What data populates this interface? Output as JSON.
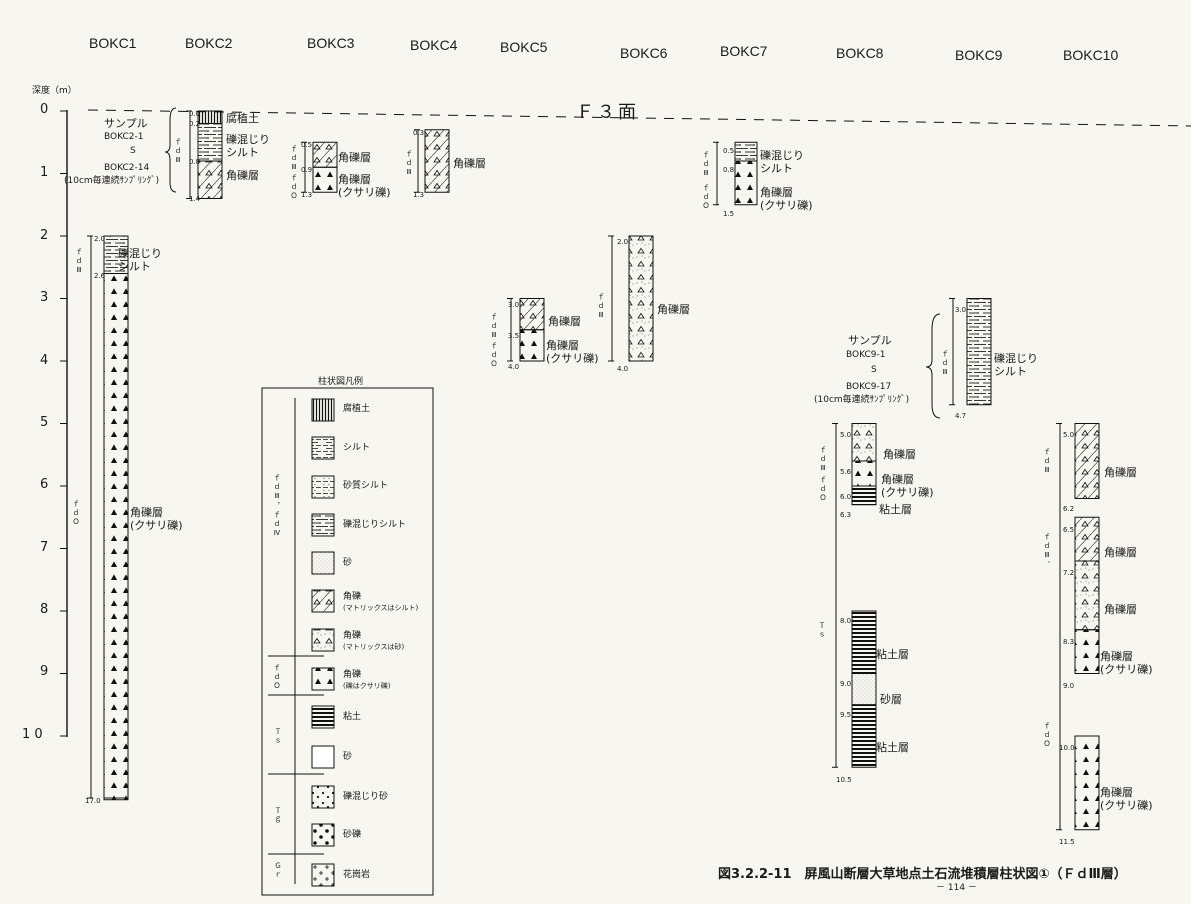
{
  "boreholes": [
    {
      "name": "BOKC1"
    },
    {
      "name": "BOKC2"
    },
    {
      "name": "BOKC3"
    },
    {
      "name": "BOKC4"
    },
    {
      "name": "BOKC5"
    },
    {
      "name": "BOKC6"
    },
    {
      "name": "BOKC7"
    },
    {
      "name": "BOKC8"
    },
    {
      "name": "BOKC9"
    },
    {
      "name": "BOKC10"
    }
  ],
  "axis": {
    "title": "深度（m）",
    "ticks": [
      "0",
      "1",
      "2",
      "3",
      "4",
      "5",
      "6",
      "7",
      "8",
      "9",
      "1 0"
    ]
  },
  "surface_label": "Ｆ３面",
  "samples": {
    "bokc2": {
      "title": "サンプル",
      "from": "BOKC2-1",
      "tilde": "S",
      "to": "BOKC2-14",
      "note": "(10cm毎連続ｻﾝﾌﾟﾘﾝｸﾞ)"
    },
    "bokc9": {
      "title": "サンプル",
      "from": "BOKC9-1",
      "tilde": "S",
      "to": "BOKC9-17",
      "note": "(10cm毎連続ｻﾝﾌﾟﾘﾝｸﾞ)"
    }
  },
  "layers": {
    "fuyoku": "腐植土",
    "rekikonjiri_silt": "礫混じり\nシルト",
    "kakureki": "角礫層",
    "kakureki_kusari": "角礫層\n(クサリ礫)",
    "nendo": "粘土層",
    "suna": "砂層"
  },
  "units": {
    "fd3": "ｆｄⅢ",
    "fd3_prime": "ｆｄⅢ'",
    "fdo": "ｆｄＯ",
    "ts": "Ｔｓ"
  },
  "depths": {
    "bokc1": [
      "2.0",
      "2.6",
      "17.0"
    ],
    "bokc2": [
      "0.0",
      "0.2",
      "0.8",
      "1.4"
    ],
    "bokc3": [
      "0.5",
      "0.9",
      "1.3"
    ],
    "bokc4": [
      "0.3",
      "1.3"
    ],
    "bokc5": [
      "3.0",
      "3.5",
      "4.0"
    ],
    "bokc6": [
      "2.0",
      "4.0"
    ],
    "bokc7": [
      "0.5",
      "0.8",
      "1.5"
    ],
    "bokc8": [
      "5.0",
      "5.6",
      "6.0",
      "6.3",
      "8.0",
      "9.0",
      "9.5",
      "10.5"
    ],
    "bokc9": [
      "3.0",
      "4.7"
    ],
    "bokc10": [
      "5.0",
      "6.2",
      "6.5",
      "7.2",
      "8.3",
      "9.0",
      "10.0",
      "11.5"
    ]
  },
  "legend": {
    "title": "柱状図凡例",
    "groups": [
      "ｆｄⅢ，ｆｄⅣ",
      "ｆｄＯ",
      "Ｔｓ",
      "Ｔｇ",
      "Ｇｒ"
    ],
    "items": [
      {
        "label": "腐植土",
        "note": ""
      },
      {
        "label": "シルト",
        "note": ""
      },
      {
        "label": "砂質シルト",
        "note": ""
      },
      {
        "label": "礫混じりシルト",
        "note": ""
      },
      {
        "label": "砂",
        "note": ""
      },
      {
        "label": "角礫",
        "note": "(マトリックスはシルト)"
      },
      {
        "label": "角礫",
        "note": "(マトリックスは砂)"
      },
      {
        "label": "角礫",
        "note": "(礫はクサリ礫)"
      },
      {
        "label": "粘土",
        "note": ""
      },
      {
        "label": "砂",
        "note": ""
      },
      {
        "label": "礫混じり砂",
        "note": ""
      },
      {
        "label": "砂礫",
        "note": ""
      },
      {
        "label": "花崗岩",
        "note": ""
      }
    ]
  },
  "caption": "図3.2.2-11　屏風山断層大草地点土石流堆積層柱状図①（ＦｄⅢ層）",
  "page_number": "－ 114 －"
}
